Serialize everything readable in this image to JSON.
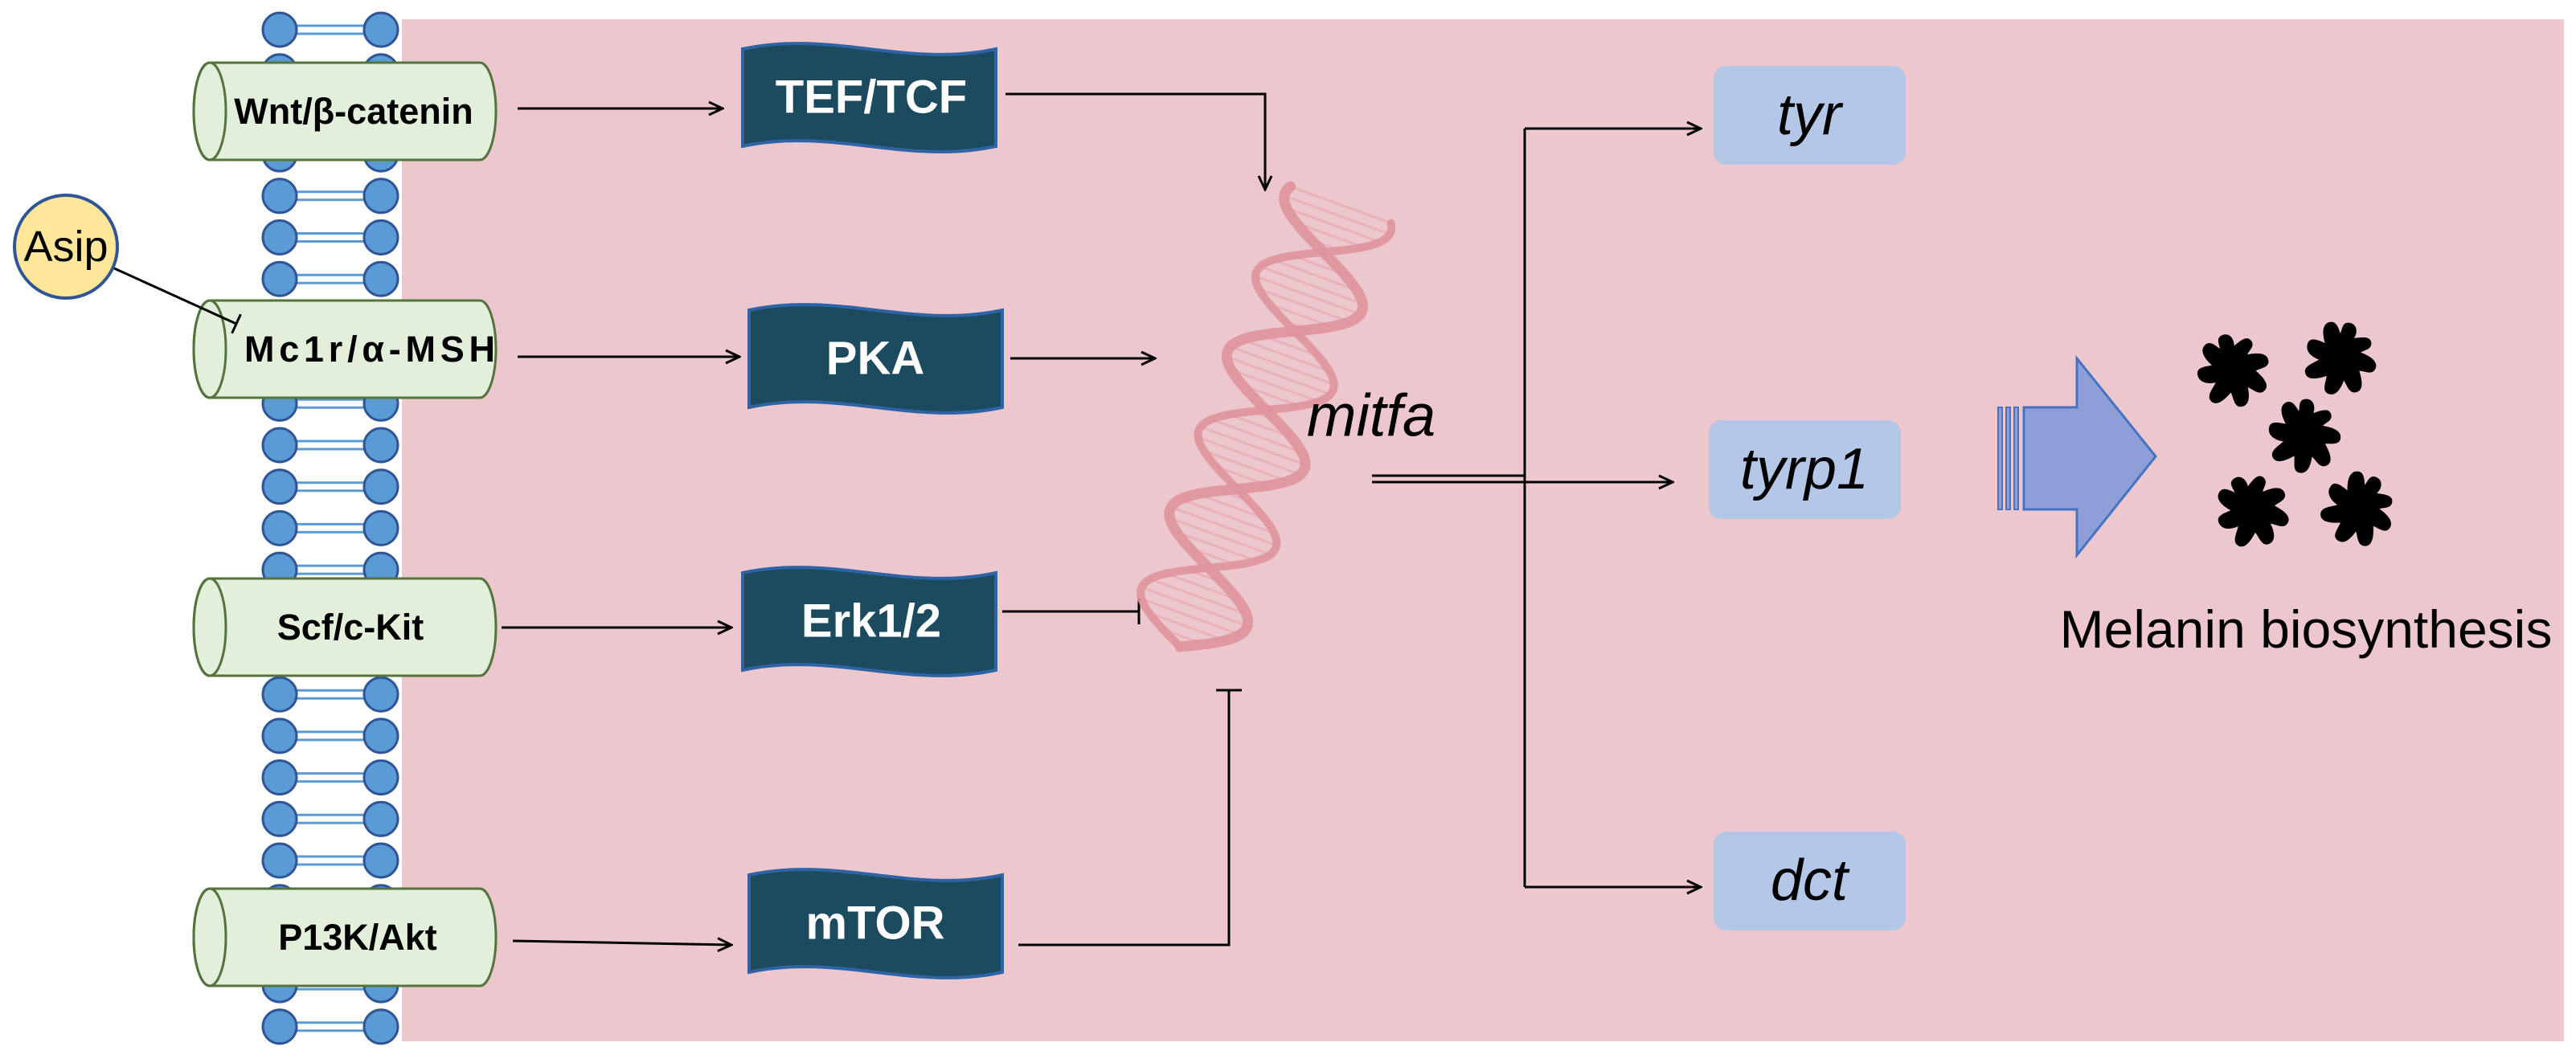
{
  "diagram": {
    "receptors": [
      {
        "label": "Wnt/β-catenin"
      },
      {
        "label": "Mc1r/α-MSH"
      },
      {
        "label": "Scf/c-Kit"
      },
      {
        "label": "P13K/Akt"
      }
    ],
    "antagonist": {
      "label": "Asip"
    },
    "kinases": [
      {
        "label": "TEF/TCF"
      },
      {
        "label": "PKA"
      },
      {
        "label": "Erk1/2"
      },
      {
        "label": "mTOR"
      }
    ],
    "transcription_factor": {
      "label": "mitfa"
    },
    "target_genes": [
      {
        "label": "tyr"
      },
      {
        "label": "tyrp1"
      },
      {
        "label": "dct"
      }
    ],
    "outcome": {
      "label": "Melanin biosynthesis"
    }
  },
  "icons": {
    "membrane": "lipid-bilayer-icon",
    "dna": "dna-helix-icon",
    "output_arrow": "block-arrow-icon",
    "melanin": "melanin-granule-icon"
  },
  "colors": {
    "cytoplasm": "#ecc7cd",
    "lipid_head": "#5b9bd5",
    "lipid_outline": "#2f5597",
    "receptor_fill": "#e2efda",
    "receptor_outline": "#55733d",
    "kinase_fill": "#1c4a5e",
    "kinase_outline": "#2e64a6",
    "target_fill": "#b4c7e7",
    "asip_fill": "#ffe699",
    "asip_outline": "#2f5597",
    "dna": "#e0939c",
    "dna_rung": "#e9aeb5",
    "output_arrow": "#8e9fd8",
    "output_arrow_outline": "#4472c4",
    "melanin": "#000000"
  }
}
